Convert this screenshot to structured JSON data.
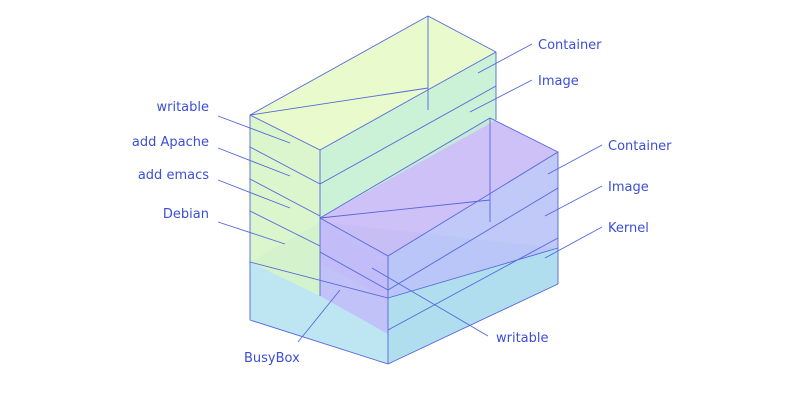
{
  "colors": {
    "line": "#5566dd",
    "text": "#3c4fd4",
    "green_light": "#e6f9c6",
    "green_mid": "#d6f5c6",
    "green_dark": "#c4efd2",
    "purple_top": "#c7b8f6",
    "purple_front": "#c2bdf8",
    "purple_side": "#b8c2f8",
    "kernel_top": "#b8e2f0",
    "kernel_front": "#b4e2f0",
    "kernel_side": "#a6daec"
  },
  "labels": {
    "left": {
      "writable": "writable",
      "add_apache": "add Apache",
      "add_emacs": "add emacs",
      "debian": "Debian"
    },
    "right": {
      "container_top": "Container",
      "image_top": "Image",
      "container_mid": "Container",
      "image_mid": "Image",
      "kernel": "Kernel"
    },
    "bottom": {
      "busybox": "BusyBox",
      "writable": "writable"
    }
  }
}
